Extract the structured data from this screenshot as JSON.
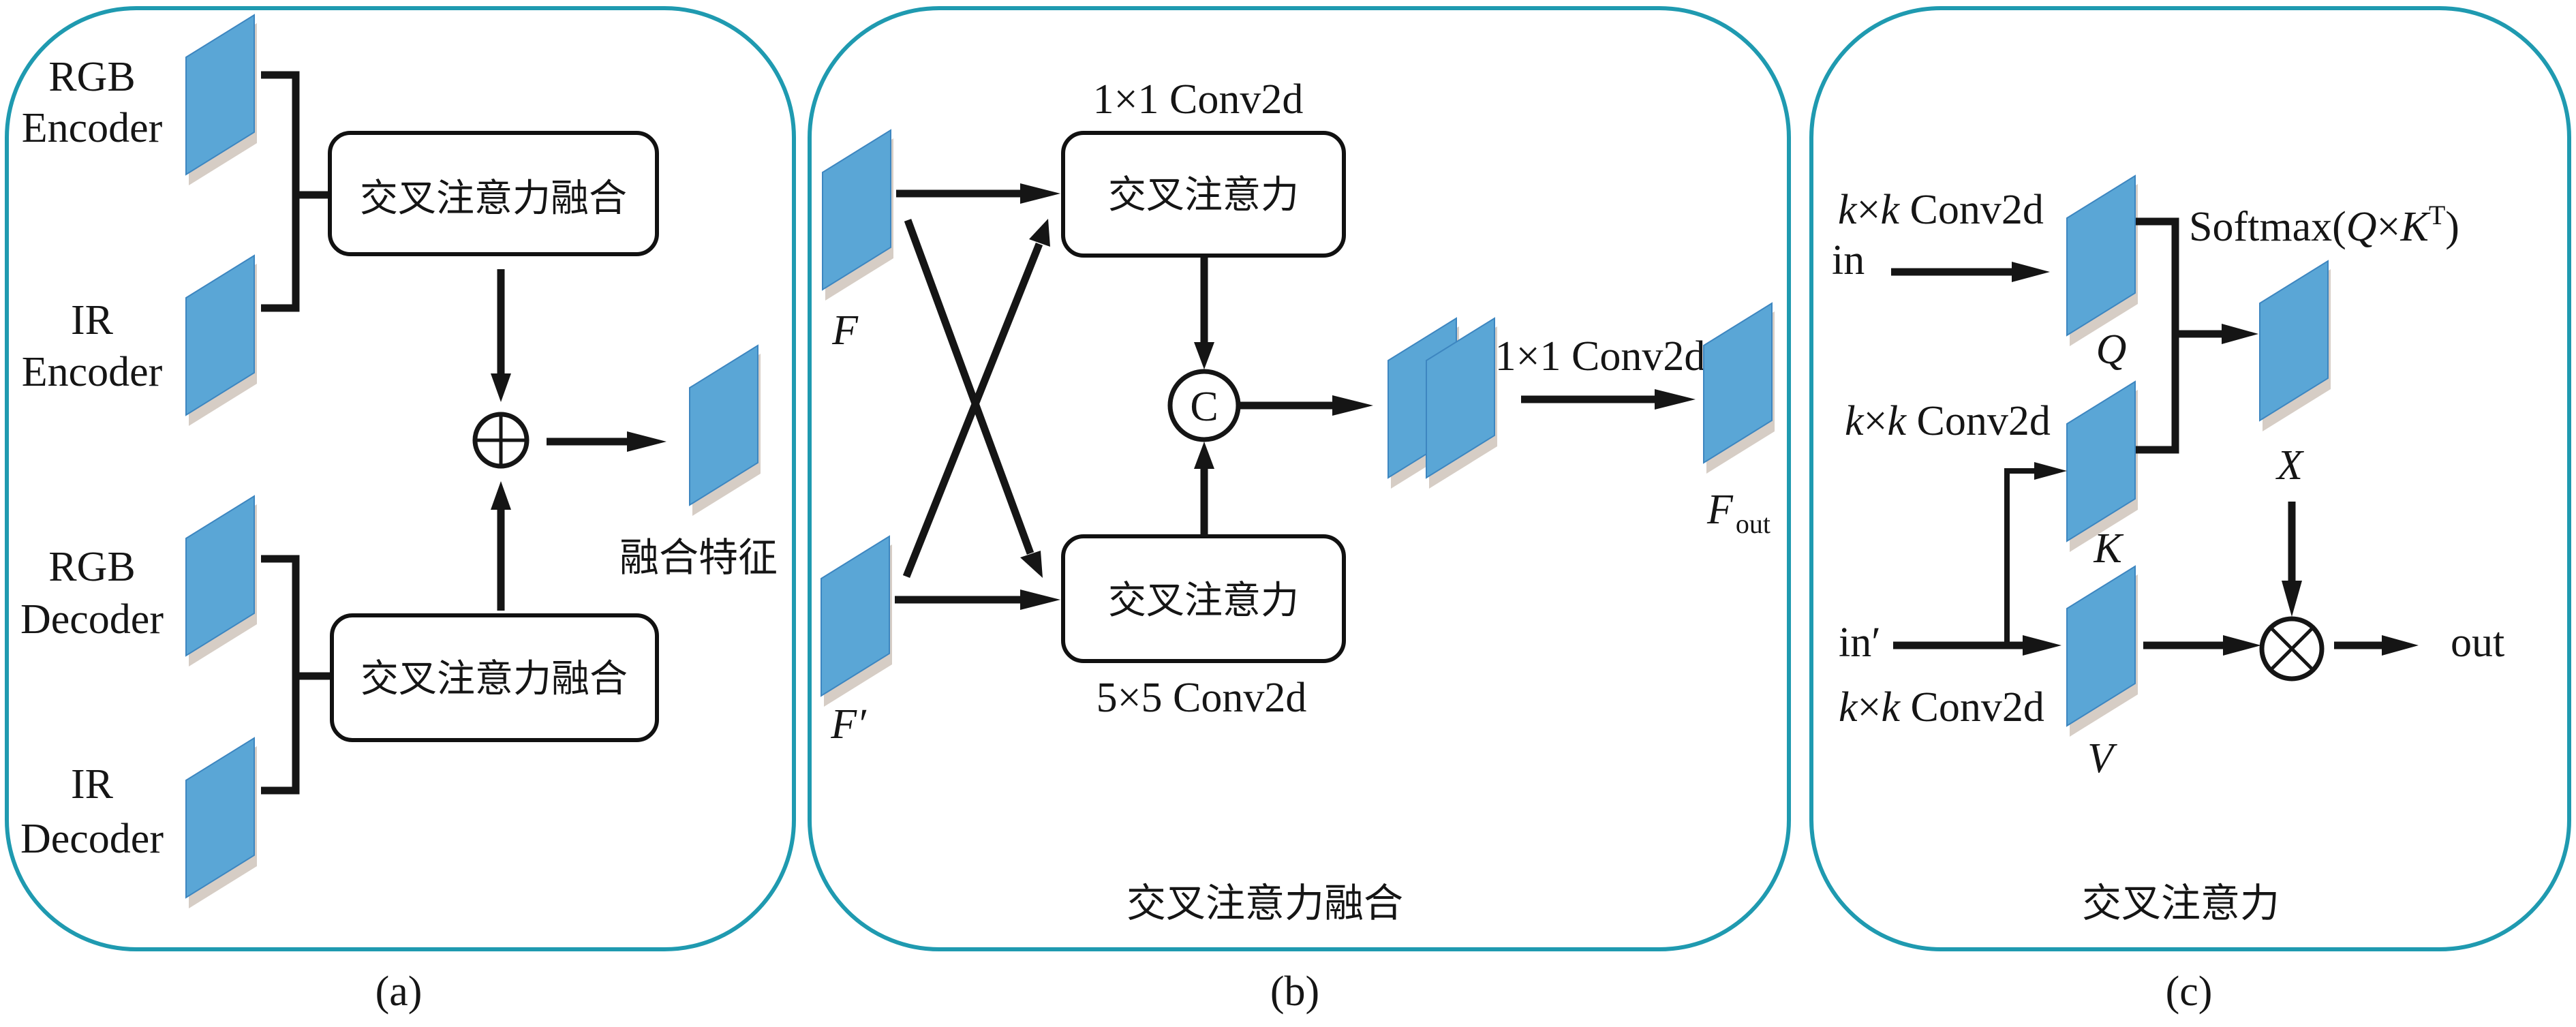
{
  "colors": {
    "panel_border": "#1f9ab0",
    "feature_fill": "#5aa6d6",
    "stroke": "#151515"
  },
  "panel_a": {
    "caption": "(a)",
    "rgb_encoder": [
      "RGB",
      "Encoder"
    ],
    "ir_encoder": [
      "IR",
      "Encoder"
    ],
    "rgb_decoder": [
      "RGB",
      "Decoder"
    ],
    "ir_decoder": [
      "IR",
      "Decoder"
    ],
    "top_block": "交叉注意力融合",
    "bottom_block": "交叉注意力融合",
    "add_operator": "add-icon",
    "output_label": "融合特征"
  },
  "panel_b": {
    "caption": "(b)",
    "title": "交叉注意力融合",
    "input_f": "F",
    "input_f_prime": "F′",
    "top_block": "交叉注意力",
    "top_block_conv": "1×1 Conv2d",
    "bottom_block": "交叉注意力",
    "bottom_block_conv": "5×5 Conv2d",
    "concat_symbol": "C",
    "fuse_conv": "1×1 Conv2d",
    "output_main": "F",
    "output_sub": "out"
  },
  "panel_c": {
    "caption": "(c)",
    "title": "交叉注意力",
    "conv_q_k": "k",
    "conv_q_rest": "×",
    "conv_q_k2": "k",
    "conv_q_tail": " Conv2d",
    "input_in": "in",
    "input_in_prime": "in′",
    "q_label": "Q",
    "k_label": "K",
    "v_label": "V",
    "x_label": "X",
    "softmax_prefix": "Softmax(",
    "softmax_q": "Q",
    "softmax_times": "×",
    "softmax_k": "K",
    "softmax_sup": "T",
    "softmax_suffix": ")",
    "multiply_operator": "multiply-icon",
    "output_out": "out"
  }
}
